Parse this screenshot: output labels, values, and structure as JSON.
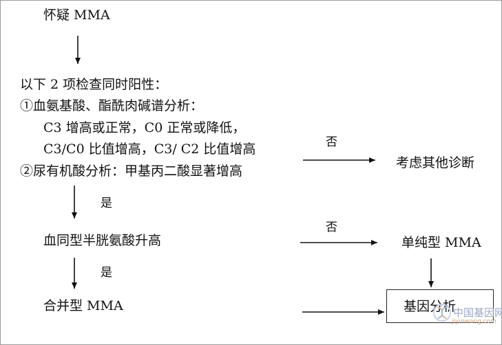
{
  "nodes": {
    "suspect": "怀疑 MMA",
    "criteria_title": "以下 2 项检查同时阳性：",
    "criteria_1": "①血氨基酸、酯酰肉碱谱分析：",
    "criteria_1a": "C3 增高或正常，C0 正常或降低，",
    "criteria_1b": "C3/C0 比值增高，C3/ C2 比值增高",
    "criteria_2": "②尿有机酸分析：甲基丙二酸显著增高",
    "other_dx": "考虑其他诊断",
    "homocysteine": "血同型半胱氨酸升高",
    "isolated_mma": "单纯型 MMA",
    "combined_mma": "合并型 MMA",
    "gene_analysis": "基因分析"
  },
  "edge_labels": {
    "no_1": "否",
    "yes_1": "是",
    "no_2": "否",
    "yes_2": "是"
  },
  "watermark": {
    "text": "中国基因网",
    "url": "jiyinwang.com"
  },
  "colors": {
    "line": "#111111",
    "box_border": "#222222",
    "frame": "#9a9a9a",
    "watermark_text": "#9aa9c6",
    "watermark_url": "#c9a27a"
  }
}
